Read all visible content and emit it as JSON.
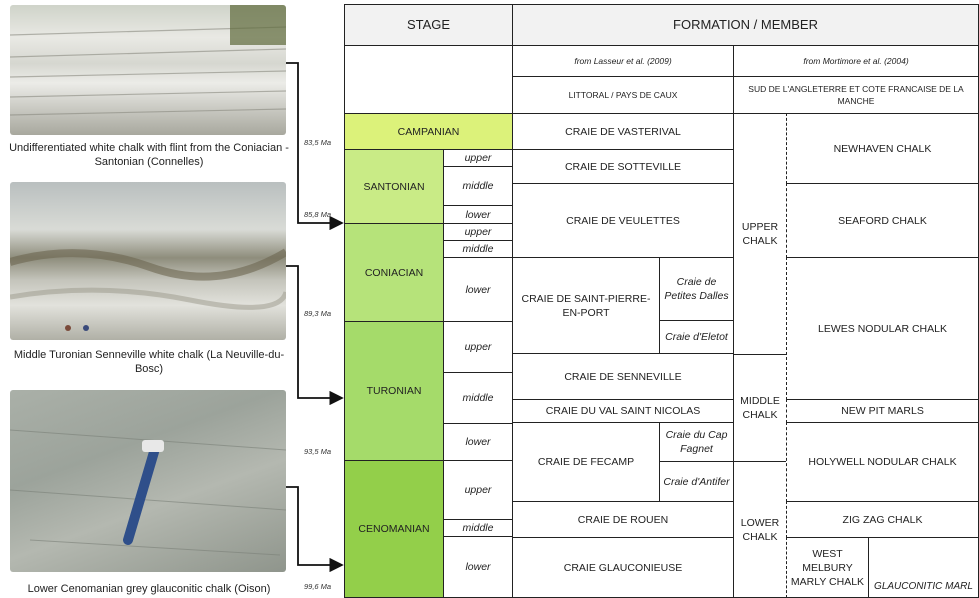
{
  "colors": {
    "campanian": "#dcf27a",
    "santonian": "#c9eb86",
    "coniacian": "#b6e37a",
    "turonian": "#a5db6a",
    "cenomanian": "#93cf4a",
    "redline": "#e8503a"
  },
  "photos": [
    {
      "caption": "Undifferentiated white chalk with flint from the Coniacian - Santonian (Connelles)"
    },
    {
      "caption": "Middle Turonian Senneville white chalk (La Neuville-du-Bosc)"
    },
    {
      "caption": "Lower Cenomanian grey glauconitic chalk (Oison)"
    }
  ],
  "ages": [
    "83,5 Ma",
    "85,8 Ma",
    "89,3 Ma",
    "93,5 Ma",
    "99,6 Ma"
  ],
  "headers": {
    "stage": "STAGE",
    "formation": "FORMATION / MEMBER",
    "source1": "from Lasseur et al. (2009)",
    "source2": "from Mortimore et al. (2004)",
    "region1": "LITTORAL / PAYS DE CAUX",
    "region2": "SUD DE L'ANGLETERRE ET COTE FRANCAISE DE LA MANCHE"
  },
  "stages": [
    "CAMPANIAN",
    "SANTONIAN",
    "CONIACIAN",
    "TURONIAN",
    "CENOMANIAN"
  ],
  "substages": [
    "upper",
    "middle",
    "lower",
    "upper",
    "middle",
    "lower",
    "upper",
    "middle",
    "lower",
    "upper",
    "middle",
    "lower"
  ],
  "france": [
    "CRAIE DE VASTERIVAL",
    "CRAIE DE SOTTEVILLE",
    "CRAIE DE VEULETTES",
    "CRAIE DE SAINT-PIERRE-EN-PORT",
    "Craie de Petites Dalles",
    "Craie d'Eletot",
    "CRAIE DE SENNEVILLE",
    "CRAIE DU VAL SAINT NICOLAS",
    "CRAIE DE FECAMP",
    "Craie du Cap Fagnet",
    "Craie d'Antifer",
    "CRAIE DE ROUEN",
    "CRAIE GLAUCONIEUSE"
  ],
  "england_groups": [
    "UPPER CHALK",
    "MIDDLE CHALK",
    "LOWER CHALK"
  ],
  "england": [
    "NEWHAVEN CHALK",
    "SEAFORD CHALK",
    "LEWES NODULAR CHALK",
    "NEW PIT MARLS",
    "HOLYWELL NODULAR CHALK",
    "ZIG ZAG CHALK",
    "WEST MELBURY MARLY CHALK",
    "GLAUCONITIC MARL"
  ]
}
